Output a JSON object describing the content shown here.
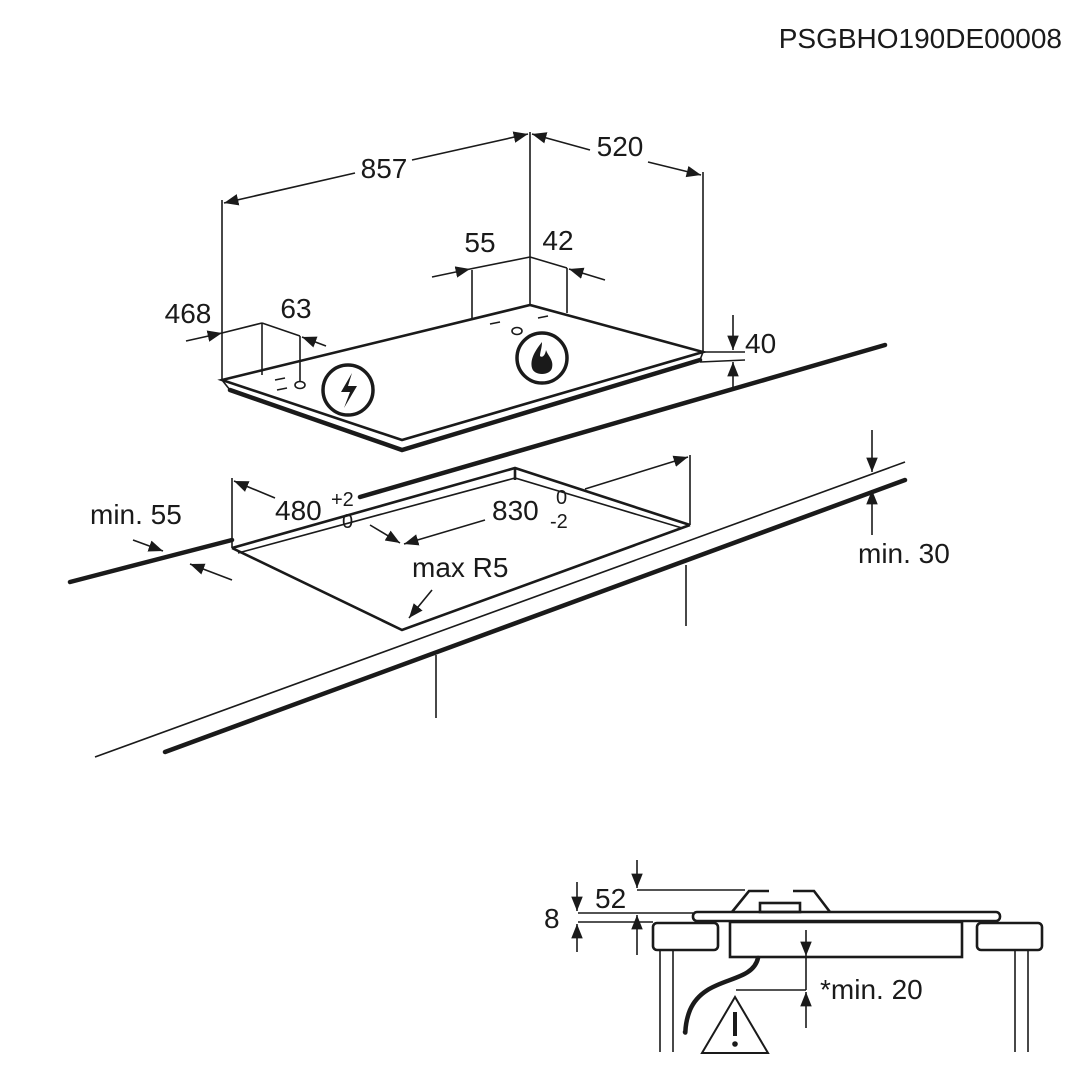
{
  "document_code": "PSGBHO190DE00008",
  "top_view": {
    "width": "857",
    "depth": "520",
    "gas_offset_x": "55",
    "gas_offset_y": "42",
    "electric_offset_x": "468",
    "electric_offset_y": "63",
    "height": "40"
  },
  "cutout": {
    "depth": "480",
    "depth_tol_upper": "+2",
    "depth_tol_lower": "0",
    "width": "830",
    "width_tol_upper": "0",
    "width_tol_lower": "-2",
    "radius": "max R5",
    "min_front": "min. 55",
    "min_worktop": "min. 30"
  },
  "section_view": {
    "top_height": "52",
    "glass_height": "8",
    "min_clearance": "*min. 20"
  },
  "icons": [
    "electric-connection-icon",
    "gas-connection-icon",
    "warning-icon"
  ]
}
